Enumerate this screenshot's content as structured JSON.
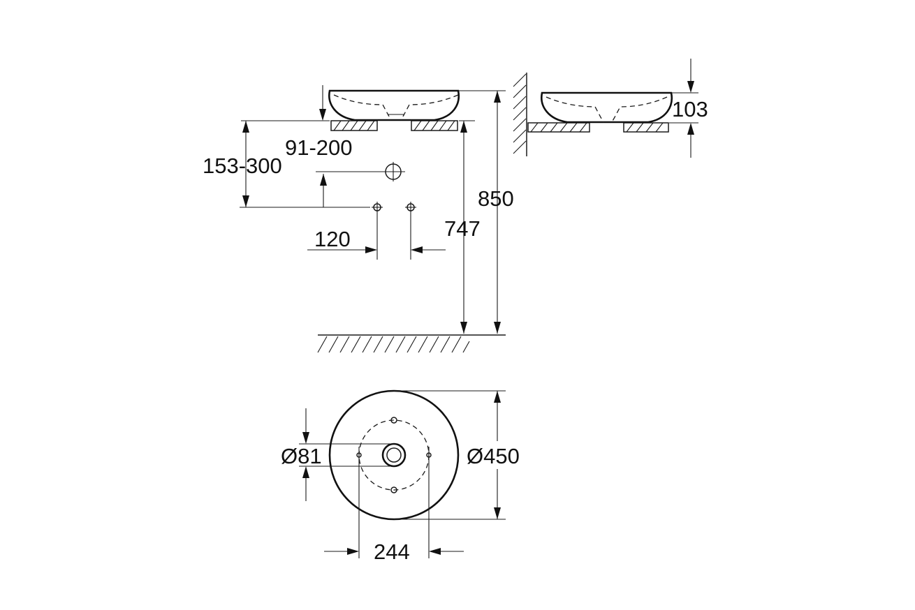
{
  "dimensions": {
    "side_width_range": "91-200",
    "height_range": "153-300",
    "faucet_spacing": "120",
    "basin_top_height": "850",
    "mount_height": "747",
    "basin_depth": "103",
    "waste_diameter": "Ø81",
    "basin_diameter": "Ø450",
    "fixing_spacing": "244"
  }
}
